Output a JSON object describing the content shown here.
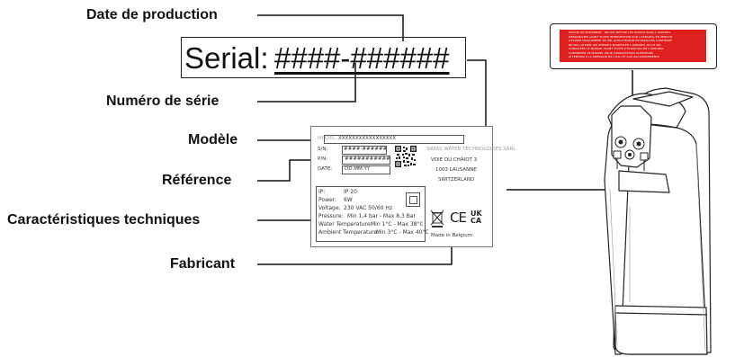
{
  "callouts": {
    "date_production": "Date de production",
    "numero_serie": "Numéro de série",
    "modele": "Modèle",
    "reference": "Référence",
    "caracteristiques": "Caractéristiques techniques",
    "fabricant": "Fabricant"
  },
  "serial_zoom": {
    "label": "Serial:",
    "value": "####-######"
  },
  "plate": {
    "model_label": "MODEL",
    "model_value": "XXXXXXXXXXXXXXXXX",
    "sn_label": "S/N:",
    "sn_value": "####-######",
    "pn_label": "P/N:",
    "pn_value": "###########",
    "date_label": "DATE:",
    "date_value": "DD.MM.YY",
    "manufacturer": [
      "SWISS WATER TECHNOLOGIES SARL",
      "VOIE DU CHAIOT 3",
      "1003 LAUSANNE",
      "SWITZERLAND"
    ],
    "specs": [
      {
        "label": "IP:",
        "value": "IP 20"
      },
      {
        "label": "Power:",
        "value": "6W"
      },
      {
        "label": "Voltage:",
        "value": "230 VAC 50/60 Hz"
      },
      {
        "label": "Pressure:",
        "value": "Min 1,4 bar - Max 8,3 Bar"
      },
      {
        "label": "Water Temperature:",
        "value": "Min 1°C - Max 38°C"
      },
      {
        "label": "Ambient Temperature:",
        "value": "Min 3°C - Max 40°C"
      }
    ],
    "ce_mark": "CE",
    "ukca_top": "UK",
    "ukca_bottom": "CA",
    "made_in": "Made in Belgium"
  },
  "warning_label": {
    "color": "#e0201e",
    "lines": [
      "RISQUE DE PINCEMENT - NE PAS METTRE LES DOIGTS DANS L'APPAREIL",
      "DEBRANCHER AVANT TOUTE INTERVENTION SUR L'APPAREIL EN SERVICE",
      "UTILISER UNIQUEMENT DU SEL ADOUCISSEUR EN PASTILLES CONFORME",
      "NE PAS LAISSER LES ENFANTS MANIPULER L'APPAREIL OU LE SEL",
      "CONSULTER LE MANUEL AVANT TOUTE UTILISATION DE L'APPAREIL",
      "CONSERVER CE MANUEL POUR CONSULTATION ULTERIEURE",
      "ATTENTION A LA PRESSION DE L'EAU ET AUX RACCORDEMENTS"
    ]
  }
}
